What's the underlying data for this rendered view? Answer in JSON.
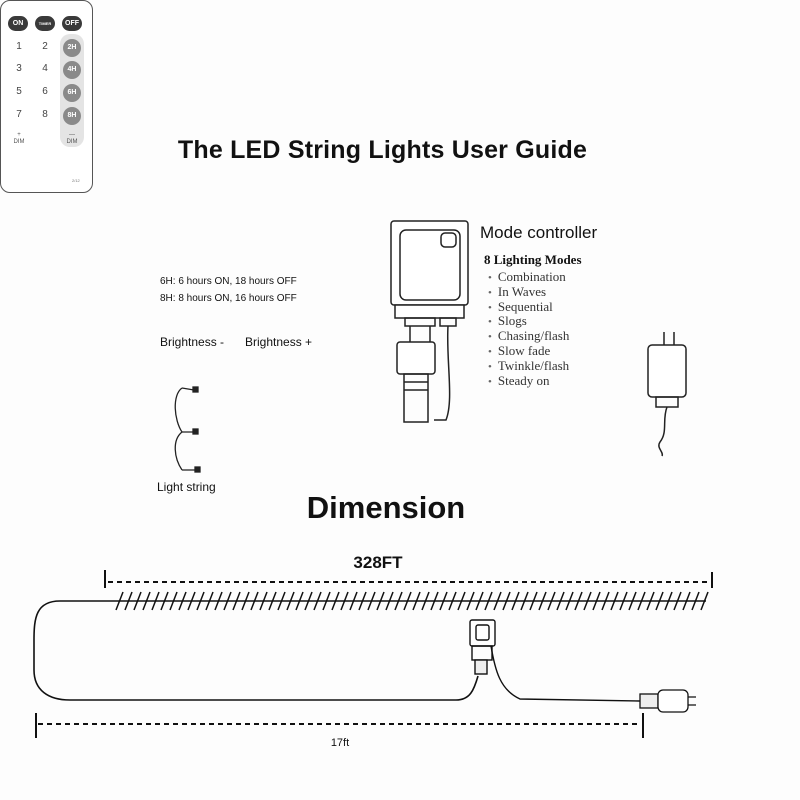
{
  "title": "The LED String Lights User Guide",
  "remote": {
    "top_buttons": [
      "ON",
      "TIMER OFF",
      "OFF"
    ],
    "numbers": [
      "1",
      "2",
      "3",
      "4",
      "5",
      "6",
      "7",
      "8"
    ],
    "timer_buttons": [
      "2H",
      "4H",
      "6H",
      "8H"
    ],
    "dim_minus": "+\nDIM",
    "dim_plus": "—\nDIM",
    "model": "2/12"
  },
  "timer_notes": [
    "6H: 6 hours ON, 18 hours OFF",
    "8H: 8 hours ON, 16 hours OFF"
  ],
  "brightness_minus": "Brightness -",
  "brightness_plus": "Brightness +",
  "light_string_label": "Light string",
  "mode_controller": {
    "label": "Mode controller",
    "modes_heading": "8 Lighting Modes",
    "modes": [
      "Combination",
      "In Waves",
      "Sequential",
      "Slogs",
      "Chasing/flash",
      "Slow fade",
      "Twinkle/flash",
      "Steady on"
    ]
  },
  "dimension": {
    "heading": "Dimension",
    "light_length": "328FT",
    "cable_length": "17ft"
  },
  "colors": {
    "line": "#111111",
    "button_dark": "#3a3a3a",
    "button_grey": "#8a8a8a"
  }
}
